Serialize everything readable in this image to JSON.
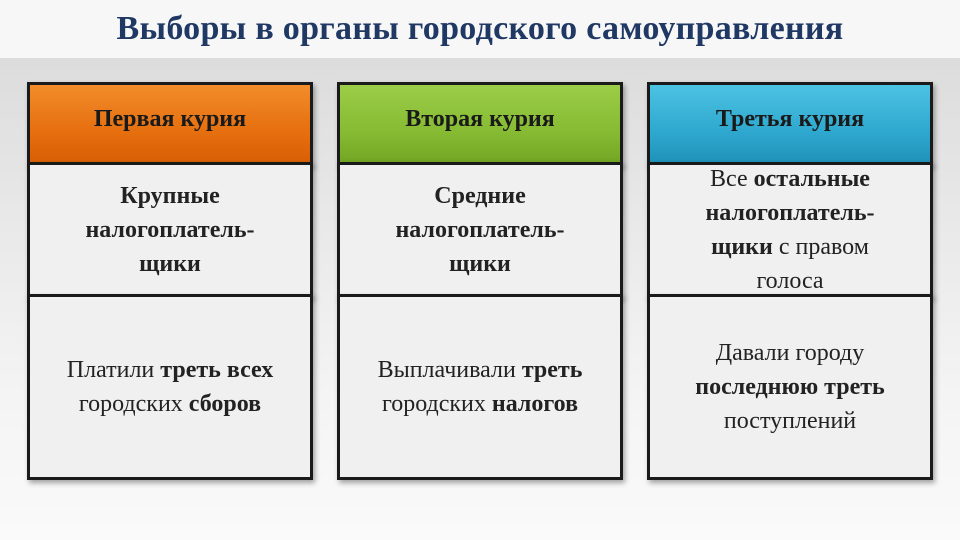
{
  "title": "Выборы в органы городского самоуправления",
  "curiae": [
    {
      "header": "Первая курия",
      "who": [
        {
          "t": "Крупные налогоплатель-щики",
          "b": true
        }
      ],
      "share": [
        {
          "t": "Платили ",
          "b": false
        },
        {
          "t": "треть всех",
          "b": true
        },
        {
          "t": " городских ",
          "b": false
        },
        {
          "t": "сборов",
          "b": true
        }
      ]
    },
    {
      "header": "Вторая курия",
      "who": [
        {
          "t": "Средние налогоплатель-щики",
          "b": true
        }
      ],
      "share": [
        {
          "t": "Выплачивали ",
          "b": false
        },
        {
          "t": "треть",
          "b": true
        },
        {
          "t": " городских ",
          "b": false
        },
        {
          "t": "налогов",
          "b": true
        }
      ]
    },
    {
      "header": "Третья курия",
      "who": [
        {
          "t": "Все ",
          "b": false
        },
        {
          "t": "остальные налогоплатель-щики",
          "b": true
        },
        {
          "t": " с правом голоса",
          "b": false
        }
      ],
      "share": [
        {
          "t": "Давали городу ",
          "b": false
        },
        {
          "t": "последнюю треть",
          "b": true
        },
        {
          "t": " поступлений",
          "b": false
        }
      ]
    }
  ],
  "colors": {
    "title": "#1f3864",
    "curia_1": "#e66f0f",
    "curia_2": "#86bb33",
    "curia_3": "#2fa8cf",
    "border": "#1a1a1a"
  }
}
